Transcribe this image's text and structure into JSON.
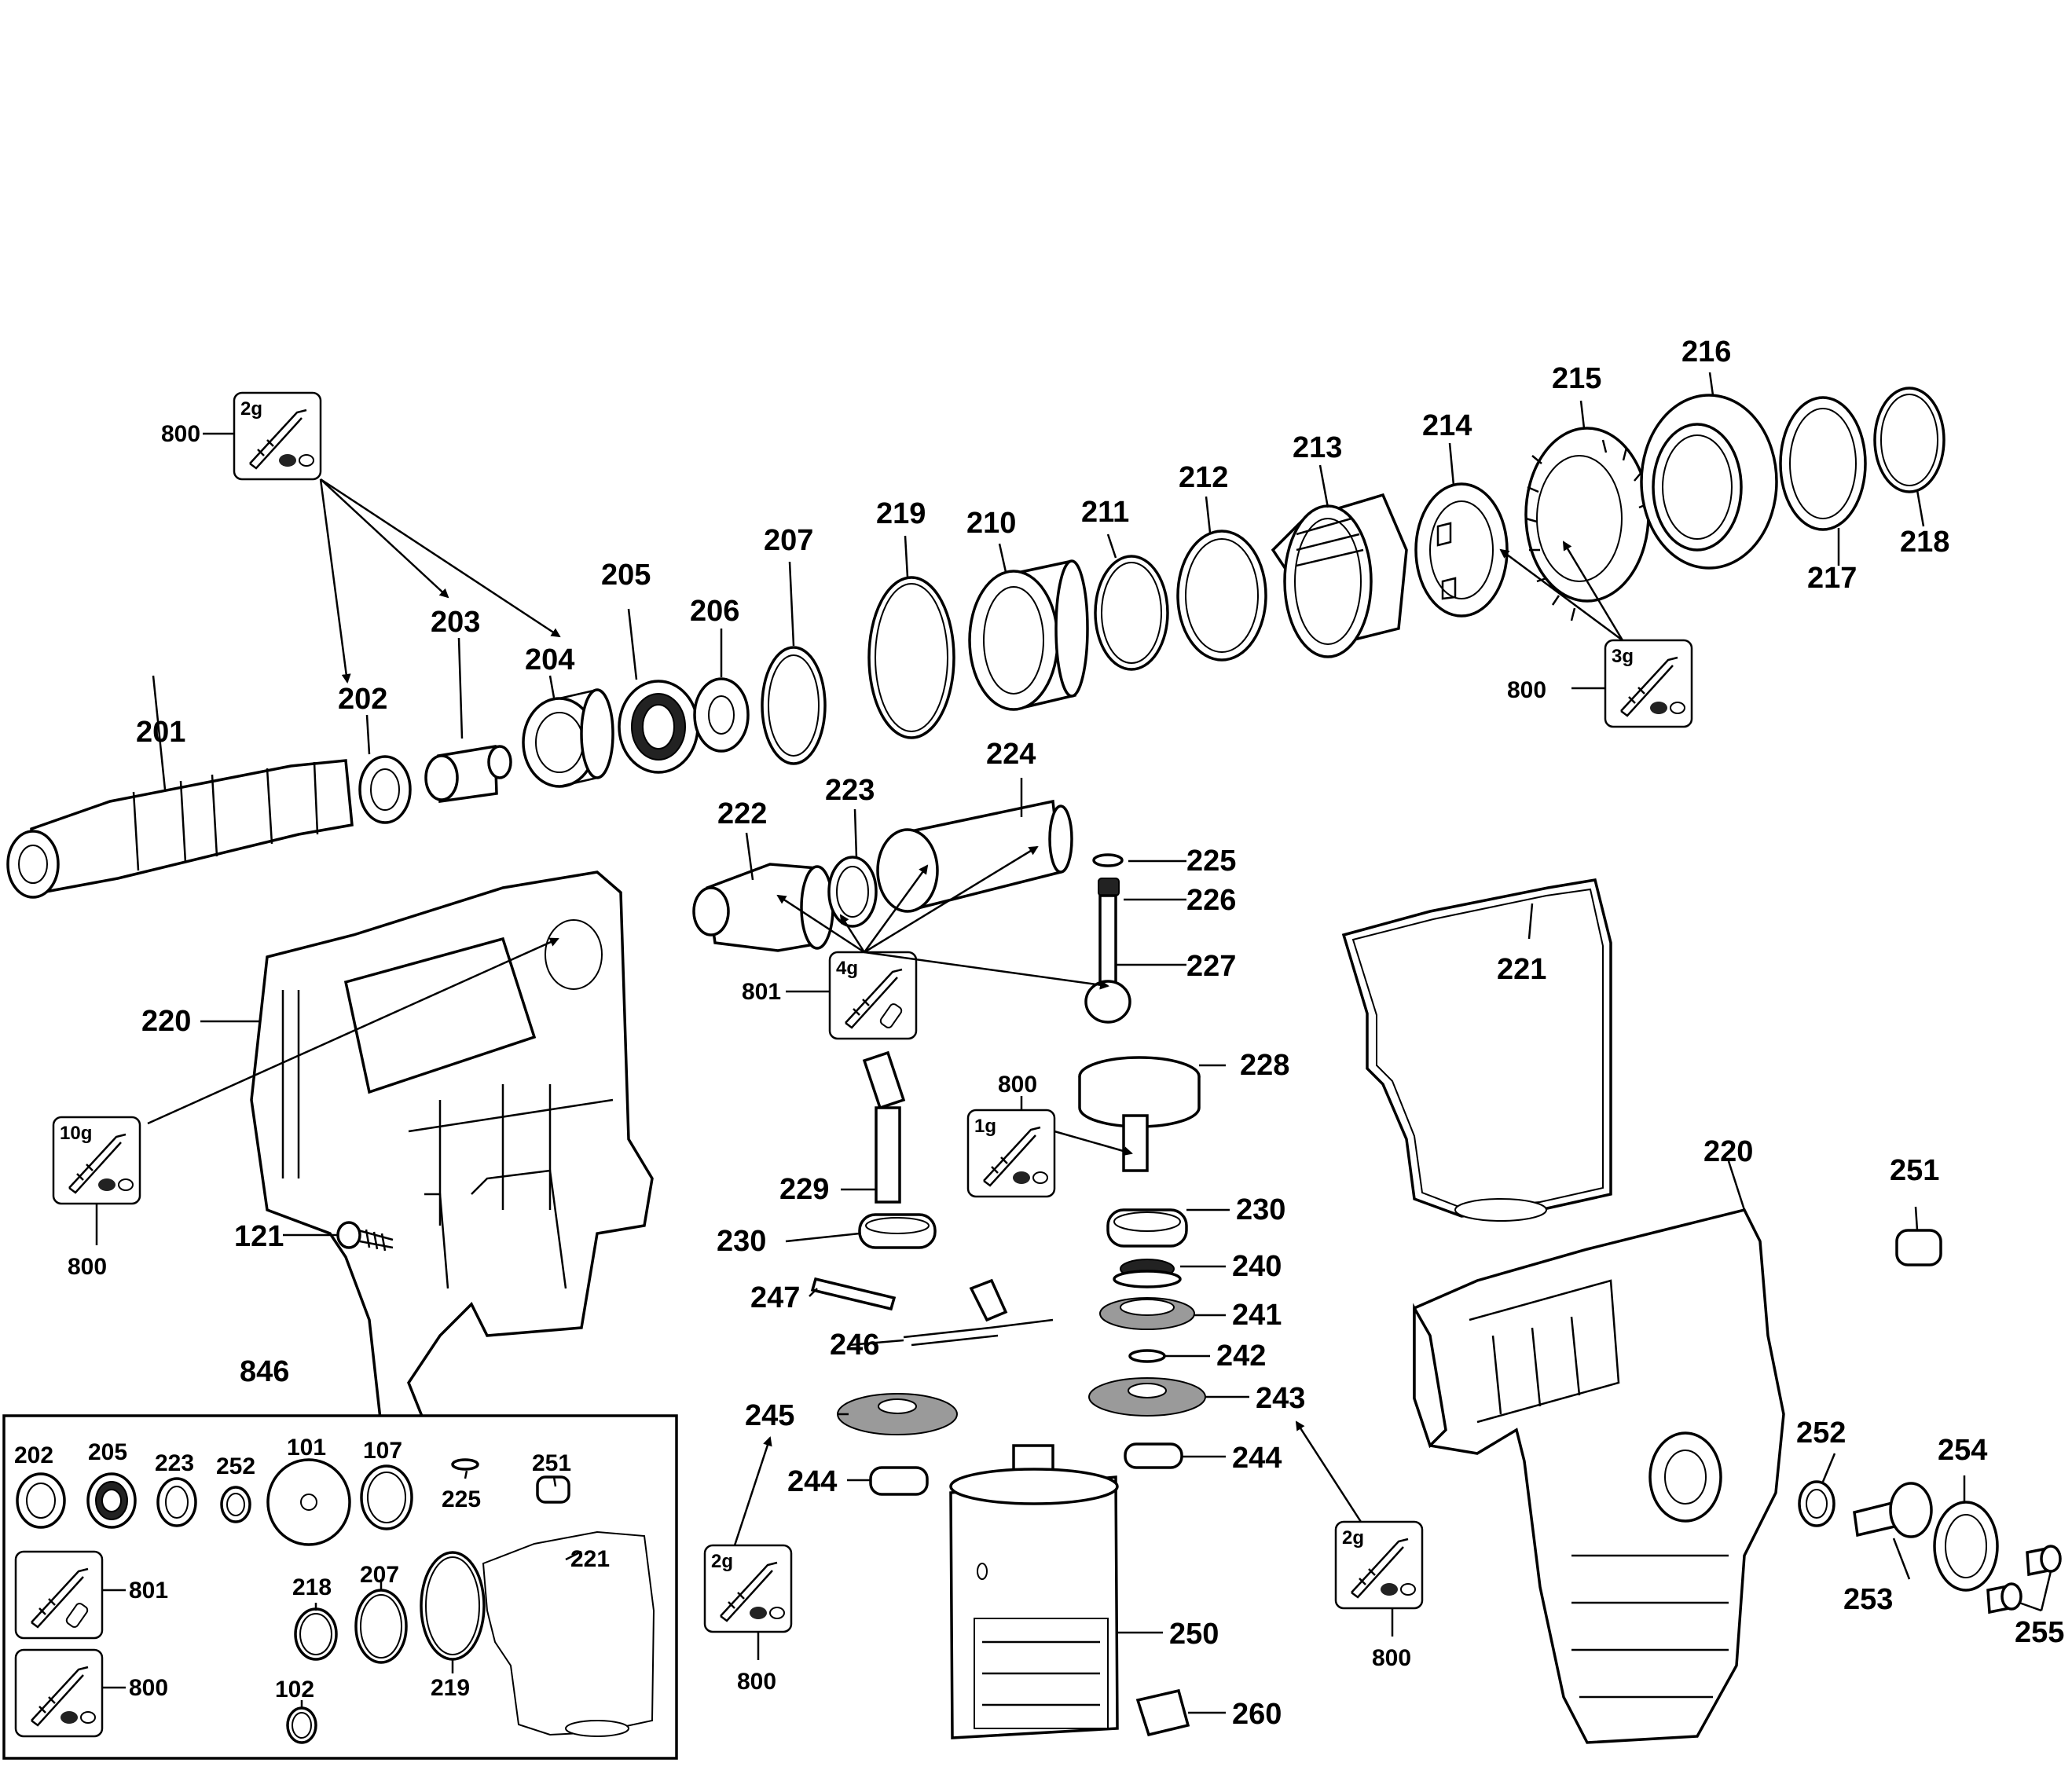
{
  "labels": {
    "l201": "201",
    "l202": "202",
    "l203": "203",
    "l204": "204",
    "l205": "205",
    "l206": "206",
    "l207": "207",
    "l219": "219",
    "l210": "210",
    "l211": "211",
    "l212": "212",
    "l213": "213",
    "l214": "214",
    "l215": "215",
    "l216": "216",
    "l217": "217",
    "l218": "218",
    "l222": "222",
    "l223": "223",
    "l224": "224",
    "l225": "225",
    "l226": "226",
    "l227": "227",
    "l228": "228",
    "l221": "221",
    "l220a": "220",
    "l220b": "220",
    "l121": "121",
    "l229": "229",
    "l230a": "230",
    "l230b": "230",
    "l240": "240",
    "l241": "241",
    "l242": "242",
    "l243": "243",
    "l244a": "244",
    "l244b": "244",
    "l245": "245",
    "l246": "246",
    "l247": "247",
    "l250": "250",
    "l251": "251",
    "l252": "252",
    "l253": "253",
    "l254": "254",
    "l255": "255",
    "l260": "260",
    "l846": "846",
    "l801": "801",
    "l800a": "800",
    "l800b": "800",
    "l800c": "800",
    "l800d": "800",
    "l800e": "800",
    "l800f": "800"
  },
  "grease_boxes": {
    "g2a": "2g",
    "g3": "3g",
    "g4": "4g",
    "g1": "1g",
    "g10": "10g",
    "g2b": "2g",
    "g2c": "2g"
  },
  "kit_846": {
    "k202": "202",
    "k205": "205",
    "k223": "223",
    "k252": "252",
    "k101": "101",
    "k107": "107",
    "k225": "225",
    "k251": "251",
    "k221": "221",
    "k218": "218",
    "k207": "207",
    "k219": "219",
    "k102": "102",
    "k801": "801",
    "k800": "800"
  }
}
